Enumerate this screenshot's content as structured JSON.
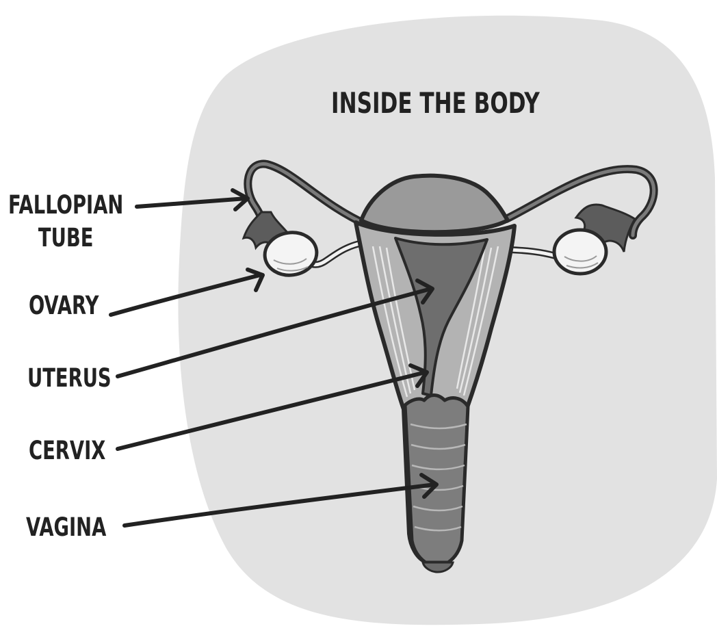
{
  "diagram": {
    "title": "INSIDE THE BODY",
    "labels": {
      "fallopian_tube_line1": "FALLOPIAN",
      "fallopian_tube_line2": "TUBE",
      "ovary": "OVARY",
      "uterus": "UTERUS",
      "cervix": "CERVIX",
      "vagina": "VAGINA"
    },
    "colors": {
      "background_blob": "#e2e2e2",
      "outline": "#2a2a2a",
      "uterus_wall": "#b3b3b3",
      "uterus_cavity": "#6e6e6e",
      "fundus": "#9a9a9a",
      "ovary": "#f4f4f4",
      "arrow": "#222222"
    }
  }
}
